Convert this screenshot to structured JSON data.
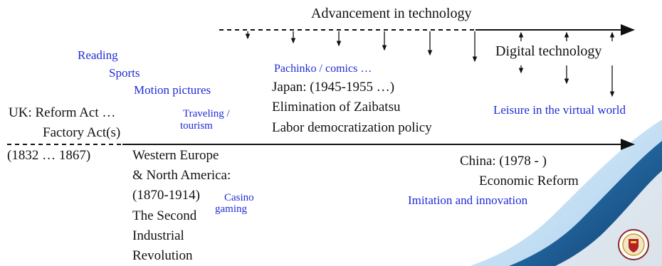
{
  "top_axis": {
    "label": "Advancement in technology"
  },
  "digital": {
    "label": "Digital technology"
  },
  "virtual": {
    "label": "Leisure in the virtual world"
  },
  "uk": {
    "line1": "UK: Reform Act …",
    "line2": "Factory Act(s)",
    "years": "(1832 … 1867)"
  },
  "early_leisure": {
    "reading": "Reading",
    "sports": "Sports",
    "motion_pictures": "Motion pictures",
    "traveling_1": "Traveling /",
    "traveling_2": "tourism"
  },
  "japan": {
    "leisure": "Pachinko / comics …",
    "line1": "Japan: (1945-1955 …)",
    "line2": "Elimination of Zaibatsu",
    "line3": "Labor democratization policy"
  },
  "west": {
    "line1": "Western Europe",
    "line2": "& North America:",
    "line3": "(1870-1914)",
    "line4": "The Second",
    "line5": "Industrial",
    "line6": "Revolution",
    "casino_1": "Casino",
    "casino_2": "gaming"
  },
  "china": {
    "line1": "China: (1978 - )",
    "line2": "Economic Reform",
    "innovation": "Imitation and innovation"
  },
  "colors": {
    "text": "#111111",
    "accent_blue": "#1f2bd6",
    "swoosh_dark": "#1a5f96",
    "swoosh_light": "#9fc8e8"
  },
  "logo": {
    "name": "university-seal"
  }
}
